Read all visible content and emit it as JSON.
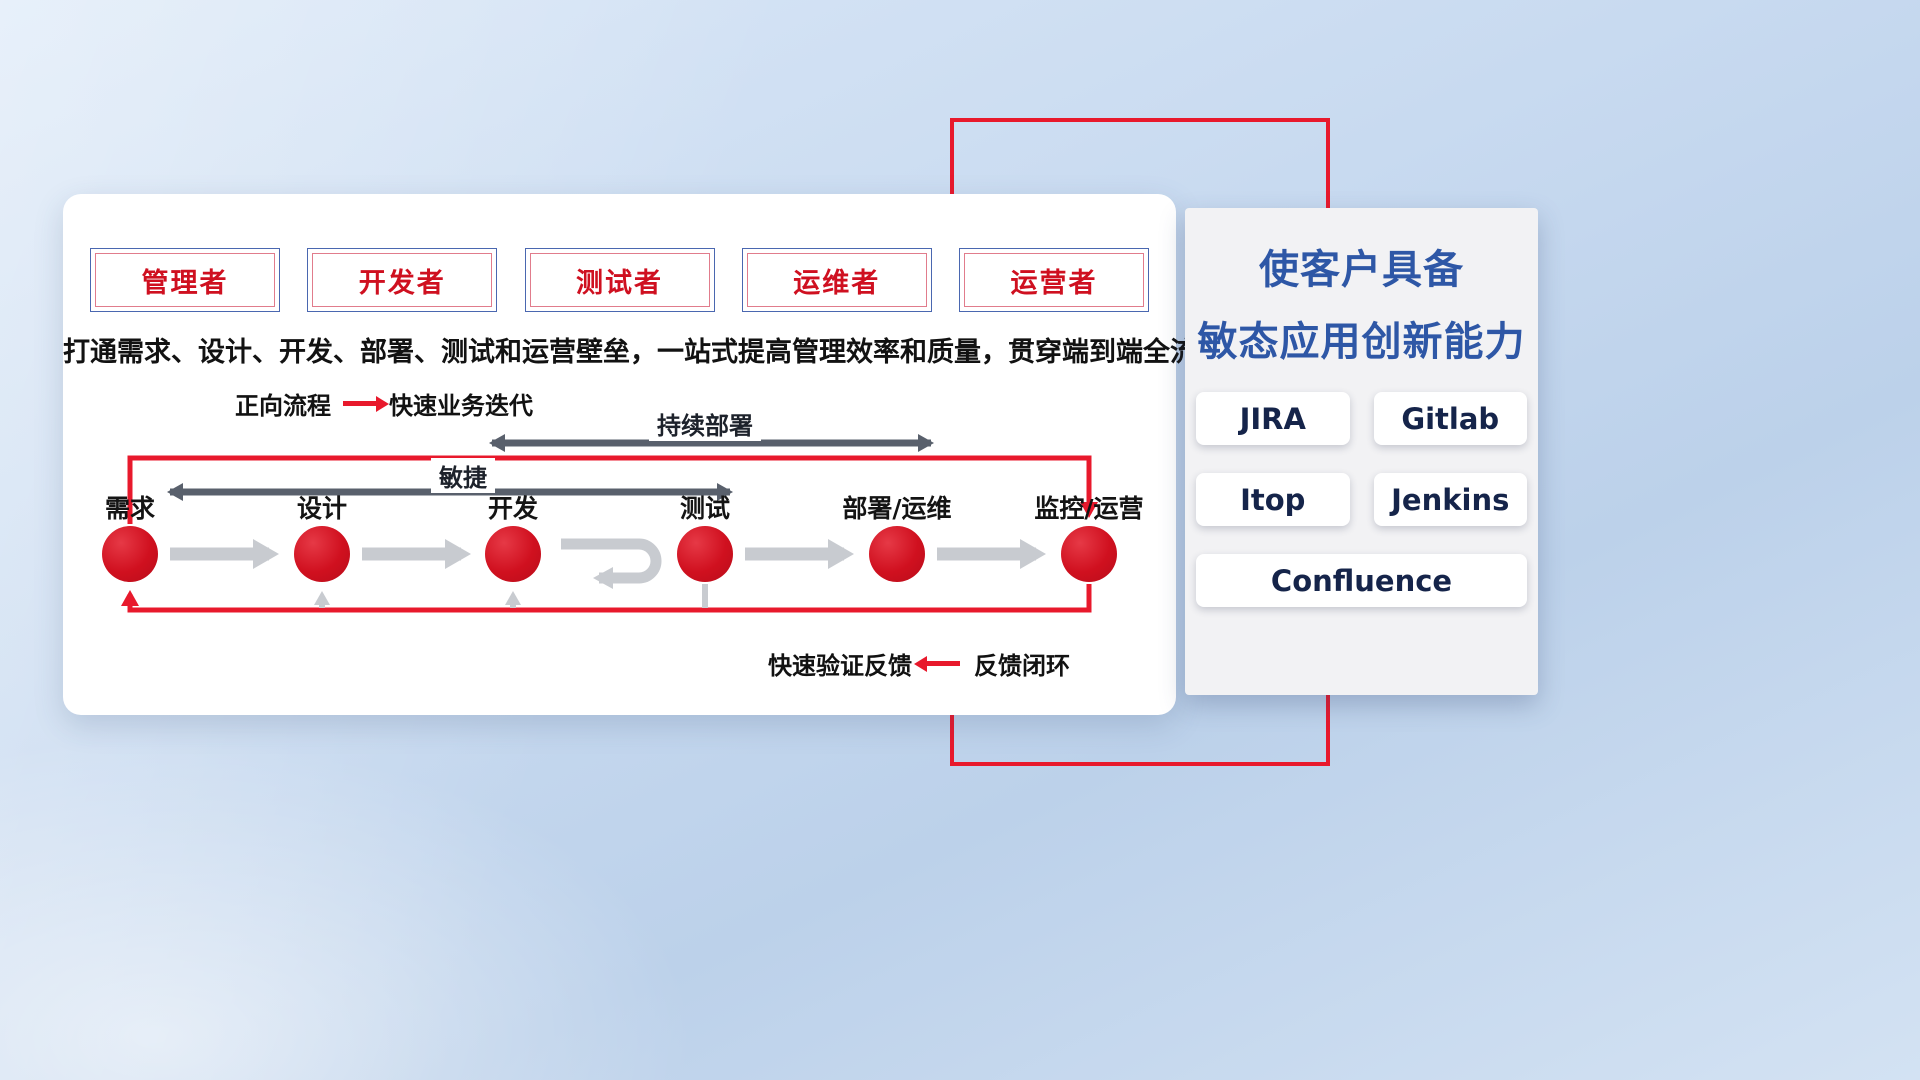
{
  "roles": [
    "管理者",
    "开发者",
    "测试者",
    "运维者",
    "运营者"
  ],
  "subtitle": "打通需求、设计、开发、部署、测试和运营壁垒，一站式提高管理效率和质量，贯穿端到端全流程",
  "legend_forward": {
    "label": "正向流程",
    "value": "快速业务迭代"
  },
  "flow": {
    "stages": [
      "需求",
      "设计",
      "开发",
      "测试",
      "部署/运维",
      "监控/运营"
    ],
    "agile_label": "敏捷",
    "continuous_deploy_label": "持续部署"
  },
  "legend_feedback": {
    "label": "快速验证反馈",
    "value": "反馈闭环"
  },
  "right_panel": {
    "title_line1": "使客户具备",
    "title_line2": "敏态应用创新能力",
    "tools": [
      "JIRA",
      "Gitlab",
      "Itop",
      "Jenkins",
      "Confluence"
    ]
  },
  "colors": {
    "accent_red": "#e8192c",
    "role_text_red": "#cf1020",
    "box_border_blue": "#4a67b0",
    "title_blue": "#2e57a6",
    "dark_arrow": "#59606c",
    "gray_arrow": "#c8cbd0"
  }
}
